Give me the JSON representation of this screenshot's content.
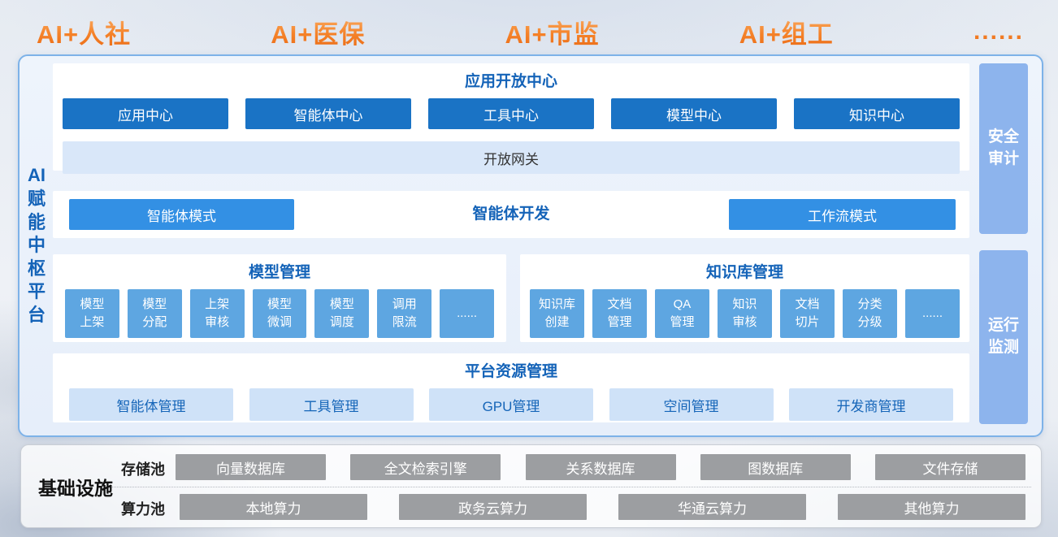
{
  "header": {
    "items": [
      "AI+人社",
      "AI+医保",
      "AI+市监",
      "AI+组工",
      "......"
    ]
  },
  "platform": {
    "side_title": [
      "AI",
      "赋",
      "能",
      "中",
      "枢",
      "平",
      "台"
    ],
    "app_center": {
      "title": "应用开放中心",
      "buttons": [
        "应用中心",
        "智能体中心",
        "工具中心",
        "模型中心",
        "知识中心"
      ],
      "gateway": "开放网关"
    },
    "agent_dev": {
      "title": "智能体开发",
      "agent_mode": "智能体模式",
      "workflow_mode": "工作流模式"
    },
    "model_mgmt": {
      "title": "模型管理",
      "tiles": [
        [
          "模型",
          "上架"
        ],
        [
          "模型",
          "分配"
        ],
        [
          "上架",
          "审核"
        ],
        [
          "模型",
          "微调"
        ],
        [
          "模型",
          "调度"
        ],
        [
          "调用",
          "限流"
        ],
        [
          "......"
        ]
      ]
    },
    "kb_mgmt": {
      "title": "知识库管理",
      "tiles": [
        [
          "知识库",
          "创建"
        ],
        [
          "文档",
          "管理"
        ],
        [
          "QA",
          "管理"
        ],
        [
          "知识",
          "审核"
        ],
        [
          "文档",
          "切片"
        ],
        [
          "分类",
          "分级"
        ],
        [
          "......"
        ]
      ]
    },
    "resource_mgmt": {
      "title": "平台资源管理",
      "buttons": [
        "智能体管理",
        "工具管理",
        "GPU管理",
        "空间管理",
        "开发商管理"
      ]
    },
    "rails": {
      "security": [
        "安全",
        "审计"
      ],
      "monitor": [
        "运行",
        "监测"
      ]
    }
  },
  "infrastructure": {
    "title": "基础设施",
    "storage": {
      "label": "存储池",
      "items": [
        "向量数据库",
        "全文检索引擎",
        "关系数据库",
        "图数据库",
        "文件存储"
      ]
    },
    "compute": {
      "label": "算力池",
      "items": [
        "本地算力",
        "政务云算力",
        "华通云算力",
        "其他算力"
      ]
    }
  },
  "colors": {
    "accent_dark_blue": "#1a73c5",
    "mode_blue": "#3390e4",
    "tile_blue": "#5ea6e1",
    "rail_blue": "#8db4ed",
    "light_blue_bar": "#d9e7f9",
    "light_blue_button": "#cfe2f8",
    "title_blue": "#1463b8",
    "header_orange": "#f07c28",
    "infra_gray": "#9c9ea1"
  }
}
